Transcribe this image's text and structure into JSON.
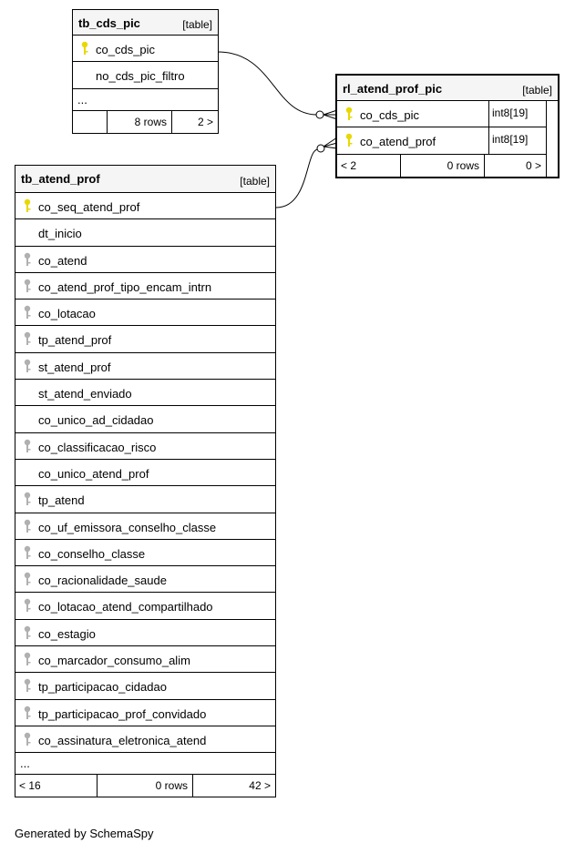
{
  "tables": {
    "tb_cds_pic": {
      "name": "tb_cds_pic",
      "type": "[table]",
      "columns": [
        {
          "name": "co_cds_pic",
          "key": "primary"
        },
        {
          "name": "no_cds_pic_filtro",
          "key": "none"
        }
      ],
      "more": "...",
      "footer": {
        "left": "",
        "middle": "8 rows",
        "right": "2 >"
      }
    },
    "rl_atend_prof_pic": {
      "name": "rl_atend_prof_pic",
      "type": "[table]",
      "columns": [
        {
          "name": "co_cds_pic",
          "key": "primary",
          "dtype": "int8[19]"
        },
        {
          "name": "co_atend_prof",
          "key": "primary",
          "dtype": "int8[19]"
        }
      ],
      "footer": {
        "left": "< 2",
        "middle": "0 rows",
        "right": "0 >"
      }
    },
    "tb_atend_prof": {
      "name": "tb_atend_prof",
      "type": "[table]",
      "columns": [
        {
          "name": "co_seq_atend_prof",
          "key": "primary"
        },
        {
          "name": "dt_inicio",
          "key": "none"
        },
        {
          "name": "co_atend",
          "key": "foreign"
        },
        {
          "name": "co_atend_prof_tipo_encam_intrn",
          "key": "foreign"
        },
        {
          "name": "co_lotacao",
          "key": "foreign"
        },
        {
          "name": "tp_atend_prof",
          "key": "foreign"
        },
        {
          "name": "st_atend_prof",
          "key": "foreign"
        },
        {
          "name": "st_atend_enviado",
          "key": "none"
        },
        {
          "name": "co_unico_ad_cidadao",
          "key": "none"
        },
        {
          "name": "co_classificacao_risco",
          "key": "foreign"
        },
        {
          "name": "co_unico_atend_prof",
          "key": "none"
        },
        {
          "name": "tp_atend",
          "key": "foreign"
        },
        {
          "name": "co_uf_emissora_conselho_classe",
          "key": "foreign"
        },
        {
          "name": "co_conselho_classe",
          "key": "foreign"
        },
        {
          "name": "co_racionalidade_saude",
          "key": "foreign"
        },
        {
          "name": "co_lotacao_atend_compartilhado",
          "key": "foreign"
        },
        {
          "name": "co_estagio",
          "key": "foreign"
        },
        {
          "name": "co_marcador_consumo_alim",
          "key": "foreign"
        },
        {
          "name": "tp_participacao_cidadao",
          "key": "foreign"
        },
        {
          "name": "tp_participacao_prof_convidado",
          "key": "foreign"
        },
        {
          "name": "co_assinatura_eletronica_atend",
          "key": "foreign"
        }
      ],
      "more": "...",
      "footer": {
        "left": "< 16",
        "middle": "0 rows",
        "right": "42 >"
      }
    }
  },
  "generated_by": "Generated by SchemaSpy",
  "colors": {
    "primary_key": "#e8d800",
    "foreign_key": "#b0b0b0",
    "header_bg": "#f5f5f5"
  }
}
